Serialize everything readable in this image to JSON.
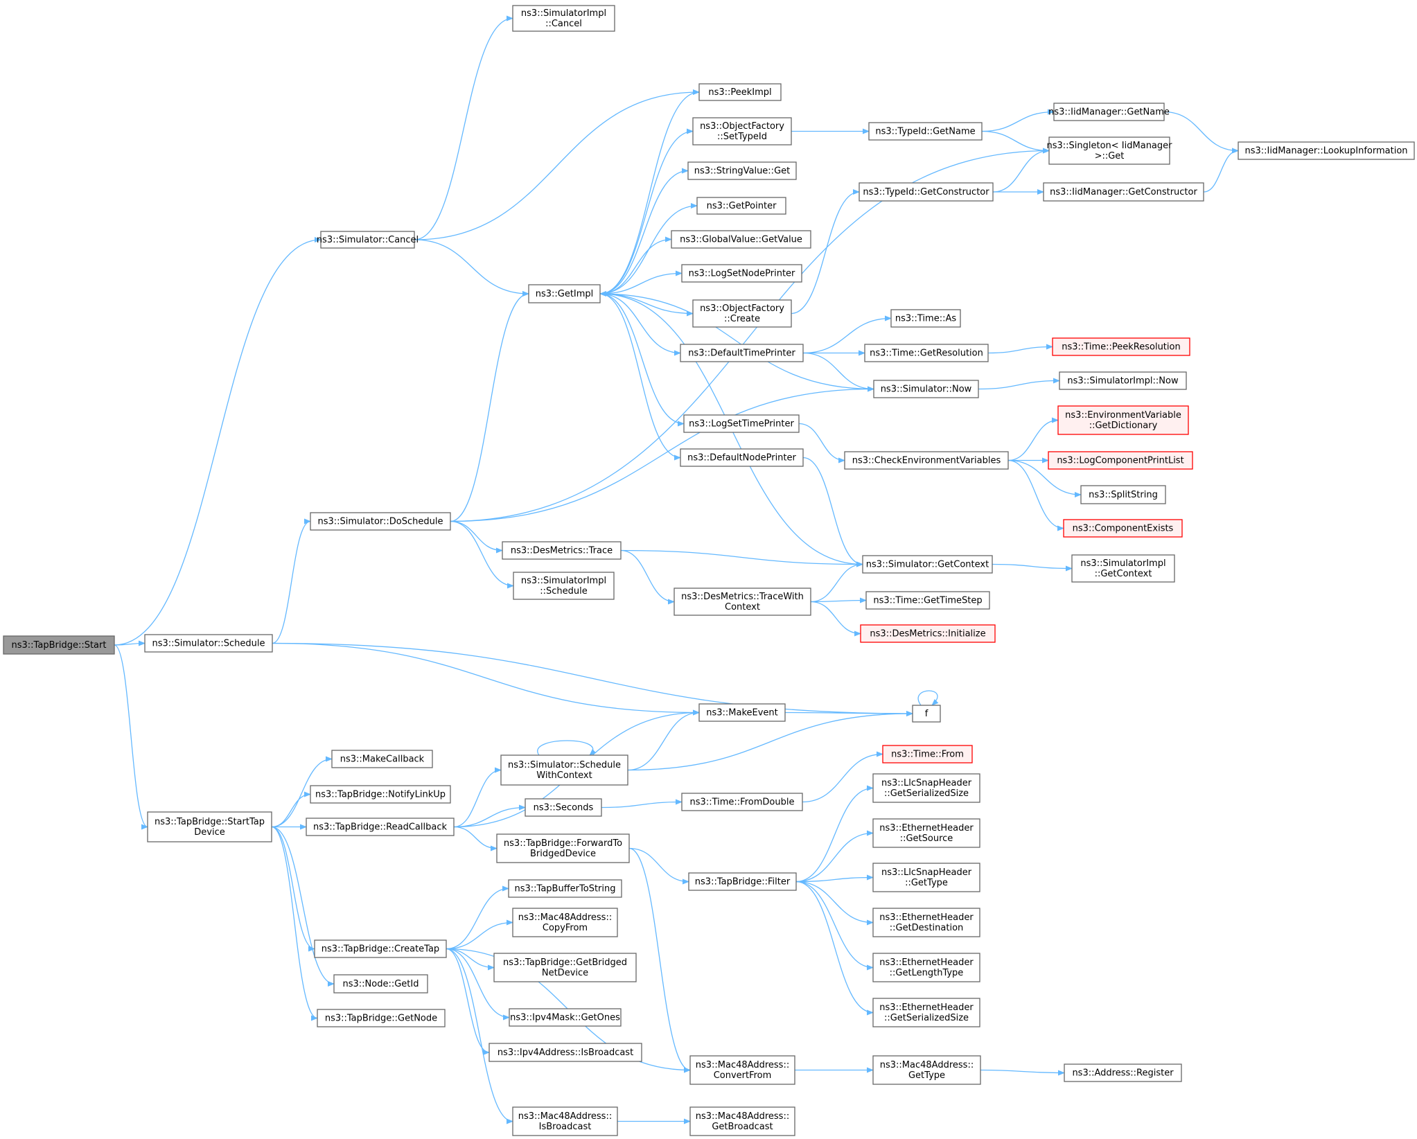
{
  "colors": {
    "edge": "#63b8ff",
    "node_border": "#666666",
    "root_fill": "#999999",
    "truncated_border": "#ff0000",
    "truncated_fill": "#fff0f0"
  },
  "nodes": [
    {
      "id": "start",
      "lines": [
        "ns3::TapBridge::Start"
      ],
      "style": "root"
    },
    {
      "id": "simCancel",
      "lines": [
        "ns3::Simulator::Cancel"
      ]
    },
    {
      "id": "simImplCancel",
      "lines": [
        "ns3::SimulatorImpl",
        "::Cancel"
      ]
    },
    {
      "id": "peekImpl",
      "lines": [
        "ns3::PeekImpl"
      ]
    },
    {
      "id": "ofSetTypeId",
      "lines": [
        "ns3::ObjectFactory",
        "::SetTypeId"
      ]
    },
    {
      "id": "stringValueGet",
      "lines": [
        "ns3::StringValue::Get"
      ]
    },
    {
      "id": "getPointer",
      "lines": [
        "ns3::GetPointer"
      ]
    },
    {
      "id": "globalValueGetValue",
      "lines": [
        "ns3::GlobalValue::GetValue"
      ]
    },
    {
      "id": "logSetNodePrinter",
      "lines": [
        "ns3::LogSetNodePrinter"
      ]
    },
    {
      "id": "getImpl",
      "lines": [
        "ns3::GetImpl"
      ]
    },
    {
      "id": "ofCreate",
      "lines": [
        "ns3::ObjectFactory",
        "::Create"
      ]
    },
    {
      "id": "defaultTimePrinter",
      "lines": [
        "ns3::DefaultTimePrinter"
      ]
    },
    {
      "id": "logSetTimePrinter",
      "lines": [
        "ns3::LogSetTimePrinter"
      ]
    },
    {
      "id": "defaultNodePrinter",
      "lines": [
        "ns3::DefaultNodePrinter"
      ]
    },
    {
      "id": "typeIdGetName",
      "lines": [
        "ns3::TypeId::GetName"
      ]
    },
    {
      "id": "iidGetName",
      "lines": [
        "ns3::IidManager::GetName"
      ]
    },
    {
      "id": "singletonGet",
      "lines": [
        "ns3::Singleton< IidManager",
        ">::Get"
      ]
    },
    {
      "id": "iidLookup",
      "lines": [
        "ns3::IidManager::LookupInformation"
      ]
    },
    {
      "id": "typeIdGetCtor",
      "lines": [
        "ns3::TypeId::GetConstructor"
      ]
    },
    {
      "id": "iidGetCtor",
      "lines": [
        "ns3::IidManager::GetConstructor"
      ]
    },
    {
      "id": "timeAs",
      "lines": [
        "ns3::Time::As"
      ]
    },
    {
      "id": "timeGetResolution",
      "lines": [
        "ns3::Time::GetResolution"
      ]
    },
    {
      "id": "timePeekResolution",
      "lines": [
        "ns3::Time::PeekResolution"
      ],
      "style": "red"
    },
    {
      "id": "simNow",
      "lines": [
        "ns3::Simulator::Now"
      ]
    },
    {
      "id": "simImplNow",
      "lines": [
        "ns3::SimulatorImpl::Now"
      ]
    },
    {
      "id": "envGetDict",
      "lines": [
        "ns3::EnvironmentVariable",
        "::GetDictionary"
      ],
      "style": "red"
    },
    {
      "id": "checkEnv",
      "lines": [
        "ns3::CheckEnvironmentVariables"
      ]
    },
    {
      "id": "logCompPrintList",
      "lines": [
        "ns3::LogComponentPrintList"
      ],
      "style": "red"
    },
    {
      "id": "splitString",
      "lines": [
        "ns3::SplitString"
      ]
    },
    {
      "id": "componentExists",
      "lines": [
        "ns3::ComponentExists"
      ],
      "style": "red"
    },
    {
      "id": "simDoSchedule",
      "lines": [
        "ns3::Simulator::DoSchedule"
      ]
    },
    {
      "id": "desTrace",
      "lines": [
        "ns3::DesMetrics::Trace"
      ]
    },
    {
      "id": "simGetContext",
      "lines": [
        "ns3::Simulator::GetContext"
      ]
    },
    {
      "id": "simImplGetContext",
      "lines": [
        "ns3::SimulatorImpl",
        "::GetContext"
      ]
    },
    {
      "id": "simImplSchedule",
      "lines": [
        "ns3::SimulatorImpl",
        "::Schedule"
      ]
    },
    {
      "id": "desTraceWithCtx",
      "lines": [
        "ns3::DesMetrics::TraceWith",
        "Context"
      ]
    },
    {
      "id": "timeGetTimeStep",
      "lines": [
        "ns3::Time::GetTimeStep"
      ]
    },
    {
      "id": "desInitialize",
      "lines": [
        "ns3::DesMetrics::Initialize"
      ],
      "style": "red"
    },
    {
      "id": "simSchedule",
      "lines": [
        "ns3::Simulator::Schedule"
      ]
    },
    {
      "id": "makeEvent",
      "lines": [
        "ns3::MakeEvent"
      ]
    },
    {
      "id": "f",
      "lines": [
        "f"
      ]
    },
    {
      "id": "makeCallback",
      "lines": [
        "ns3::MakeCallback"
      ]
    },
    {
      "id": "notifyLinkUp",
      "lines": [
        "ns3::TapBridge::NotifyLinkUp"
      ]
    },
    {
      "id": "startTapDevice",
      "lines": [
        "ns3::TapBridge::StartTap",
        "Device"
      ]
    },
    {
      "id": "readCallback",
      "lines": [
        "ns3::TapBridge::ReadCallback"
      ]
    },
    {
      "id": "simScheduleWithCtx",
      "lines": [
        "ns3::Simulator::Schedule",
        "WithContext"
      ]
    },
    {
      "id": "seconds",
      "lines": [
        "ns3::Seconds"
      ]
    },
    {
      "id": "timeFromDouble",
      "lines": [
        "ns3::Time::FromDouble"
      ]
    },
    {
      "id": "timeFrom",
      "lines": [
        "ns3::Time::From"
      ],
      "style": "red"
    },
    {
      "id": "forwardToBridged",
      "lines": [
        "ns3::TapBridge::ForwardTo",
        "BridgedDevice"
      ]
    },
    {
      "id": "filter",
      "lines": [
        "ns3::TapBridge::Filter"
      ]
    },
    {
      "id": "llcGetSerSize",
      "lines": [
        "ns3::LlcSnapHeader",
        "::GetSerializedSize"
      ]
    },
    {
      "id": "ethGetSource",
      "lines": [
        "ns3::EthernetHeader",
        "::GetSource"
      ]
    },
    {
      "id": "llcGetType",
      "lines": [
        "ns3::LlcSnapHeader",
        "::GetType"
      ]
    },
    {
      "id": "ethGetDest",
      "lines": [
        "ns3::EthernetHeader",
        "::GetDestination"
      ]
    },
    {
      "id": "ethGetLenType",
      "lines": [
        "ns3::EthernetHeader",
        "::GetLengthType"
      ]
    },
    {
      "id": "ethGetSerSize",
      "lines": [
        "ns3::EthernetHeader",
        "::GetSerializedSize"
      ]
    },
    {
      "id": "tapBufferToString",
      "lines": [
        "ns3::TapBufferToString"
      ]
    },
    {
      "id": "createTap",
      "lines": [
        "ns3::TapBridge::CreateTap"
      ]
    },
    {
      "id": "macCopyFrom",
      "lines": [
        "ns3::Mac48Address::",
        "CopyFrom"
      ]
    },
    {
      "id": "getBridgedNetDevice",
      "lines": [
        "ns3::TapBridge::GetBridged",
        "NetDevice"
      ]
    },
    {
      "id": "nodeGetId",
      "lines": [
        "ns3::Node::GetId"
      ]
    },
    {
      "id": "ipv4MaskGetOnes",
      "lines": [
        "ns3::Ipv4Mask::GetOnes"
      ]
    },
    {
      "id": "tapGetNode",
      "lines": [
        "ns3::TapBridge::GetNode"
      ]
    },
    {
      "id": "ipv4IsBroadcast",
      "lines": [
        "ns3::Ipv4Address::IsBroadcast"
      ]
    },
    {
      "id": "macConvertFrom",
      "lines": [
        "ns3::Mac48Address::",
        "ConvertFrom"
      ]
    },
    {
      "id": "macGetType",
      "lines": [
        "ns3::Mac48Address::",
        "GetType"
      ]
    },
    {
      "id": "addressRegister",
      "lines": [
        "ns3::Address::Register"
      ]
    },
    {
      "id": "macIsBroadcast",
      "lines": [
        "ns3::Mac48Address::",
        "IsBroadcast"
      ]
    },
    {
      "id": "macGetBroadcast",
      "lines": [
        "ns3::Mac48Address::",
        "GetBroadcast"
      ]
    }
  ],
  "edges": [
    [
      "start",
      "simCancel"
    ],
    [
      "start",
      "simSchedule"
    ],
    [
      "start",
      "startTapDevice"
    ],
    [
      "simCancel",
      "simImplCancel"
    ],
    [
      "simCancel",
      "peekImpl"
    ],
    [
      "simCancel",
      "getImpl"
    ],
    [
      "getImpl",
      "peekImpl"
    ],
    [
      "getImpl",
      "ofSetTypeId"
    ],
    [
      "getImpl",
      "stringValueGet"
    ],
    [
      "getImpl",
      "getPointer"
    ],
    [
      "getImpl",
      "globalValueGetValue"
    ],
    [
      "getImpl",
      "logSetNodePrinter"
    ],
    [
      "getImpl",
      "ofCreate"
    ],
    [
      "getImpl",
      "defaultTimePrinter"
    ],
    [
      "getImpl",
      "logSetTimePrinter"
    ],
    [
      "getImpl",
      "defaultNodePrinter"
    ],
    [
      "ofSetTypeId",
      "typeIdGetName"
    ],
    [
      "typeIdGetName",
      "iidGetName"
    ],
    [
      "typeIdGetName",
      "singletonGet"
    ],
    [
      "iidGetName",
      "iidLookup"
    ],
    [
      "ofCreate",
      "typeIdGetCtor"
    ],
    [
      "typeIdGetCtor",
      "singletonGet"
    ],
    [
      "typeIdGetCtor",
      "iidGetCtor"
    ],
    [
      "iidGetCtor",
      "iidLookup"
    ],
    [
      "defaultTimePrinter",
      "timeAs"
    ],
    [
      "defaultTimePrinter",
      "timeGetResolution"
    ],
    [
      "defaultTimePrinter",
      "simNow"
    ],
    [
      "timeGetResolution",
      "timePeekResolution"
    ],
    [
      "simNow",
      "getImpl"
    ],
    [
      "simNow",
      "simImplNow"
    ],
    [
      "logSetTimePrinter",
      "checkEnv"
    ],
    [
      "checkEnv",
      "envGetDict"
    ],
    [
      "checkEnv",
      "logCompPrintList"
    ],
    [
      "checkEnv",
      "splitString"
    ],
    [
      "checkEnv",
      "componentExists"
    ],
    [
      "defaultNodePrinter",
      "simGetContext"
    ],
    [
      "simDoSchedule",
      "getImpl"
    ],
    [
      "simDoSchedule",
      "singletonGet"
    ],
    [
      "simDoSchedule",
      "simNow"
    ],
    [
      "simDoSchedule",
      "desTrace"
    ],
    [
      "simDoSchedule",
      "simImplSchedule"
    ],
    [
      "desTrace",
      "simGetContext"
    ],
    [
      "desTrace",
      "desTraceWithCtx"
    ],
    [
      "simGetContext",
      "getImpl"
    ],
    [
      "simGetContext",
      "simImplGetContext"
    ],
    [
      "desTraceWithCtx",
      "simGetContext"
    ],
    [
      "desTraceWithCtx",
      "timeGetTimeStep"
    ],
    [
      "desTraceWithCtx",
      "desInitialize"
    ],
    [
      "simSchedule",
      "simDoSchedule"
    ],
    [
      "simSchedule",
      "makeEvent"
    ],
    [
      "simSchedule",
      "f"
    ],
    [
      "makeEvent",
      "f"
    ],
    [
      "f",
      "f"
    ],
    [
      "startTapDevice",
      "makeCallback"
    ],
    [
      "startTapDevice",
      "notifyLinkUp"
    ],
    [
      "startTapDevice",
      "readCallback"
    ],
    [
      "startTapDevice",
      "createTap"
    ],
    [
      "startTapDevice",
      "nodeGetId"
    ],
    [
      "startTapDevice",
      "tapGetNode"
    ],
    [
      "readCallback",
      "makeEvent"
    ],
    [
      "readCallback",
      "simScheduleWithCtx"
    ],
    [
      "readCallback",
      "seconds"
    ],
    [
      "readCallback",
      "forwardToBridged"
    ],
    [
      "simScheduleWithCtx",
      "simScheduleWithCtx"
    ],
    [
      "simScheduleWithCtx",
      "makeEvent"
    ],
    [
      "simScheduleWithCtx",
      "f"
    ],
    [
      "seconds",
      "timeFromDouble"
    ],
    [
      "timeFromDouble",
      "timeFrom"
    ],
    [
      "forwardToBridged",
      "filter"
    ],
    [
      "forwardToBridged",
      "macConvertFrom"
    ],
    [
      "filter",
      "llcGetSerSize"
    ],
    [
      "filter",
      "ethGetSource"
    ],
    [
      "filter",
      "llcGetType"
    ],
    [
      "filter",
      "ethGetDest"
    ],
    [
      "filter",
      "ethGetLenType"
    ],
    [
      "filter",
      "ethGetSerSize"
    ],
    [
      "createTap",
      "tapBufferToString"
    ],
    [
      "createTap",
      "macCopyFrom"
    ],
    [
      "createTap",
      "getBridgedNetDevice"
    ],
    [
      "createTap",
      "ipv4MaskGetOnes"
    ],
    [
      "createTap",
      "ipv4IsBroadcast"
    ],
    [
      "createTap",
      "macConvertFrom"
    ],
    [
      "createTap",
      "macIsBroadcast"
    ],
    [
      "macConvertFrom",
      "macGetType"
    ],
    [
      "macGetType",
      "addressRegister"
    ],
    [
      "macIsBroadcast",
      "macGetBroadcast"
    ]
  ]
}
